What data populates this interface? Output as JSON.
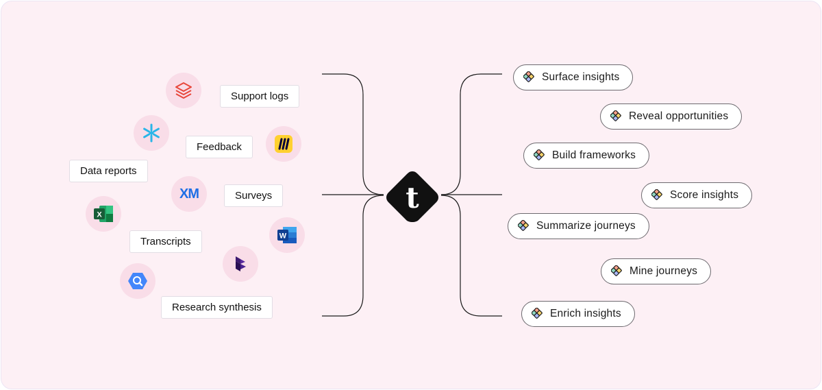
{
  "center": {
    "logo_letter": "t",
    "logo_icon": "tracking-logo-diamond"
  },
  "sources": {
    "labels": [
      "Support logs",
      "Feedback",
      "Data reports",
      "Surveys",
      "Transcripts",
      "Research synthesis"
    ],
    "icons": [
      "databricks-icon",
      "snowflake-icon",
      "miro-icon",
      "qualtrics-xm-icon",
      "excel-icon",
      "word-icon",
      "dovetail-icon",
      "bigquery-icon"
    ],
    "icon_texts": {
      "xm": "XM",
      "excel": "X",
      "word": "W"
    }
  },
  "outputs": [
    "Surface insights",
    "Reveal opportunities",
    "Build frameworks",
    "Score insights",
    "Summarize journeys",
    "Mine journeys",
    "Enrich insights"
  ],
  "colors": {
    "background": "#fdf0f5",
    "icon_circle": "#f9dde8",
    "line": "#1a1a1a",
    "logo": "#111111"
  }
}
